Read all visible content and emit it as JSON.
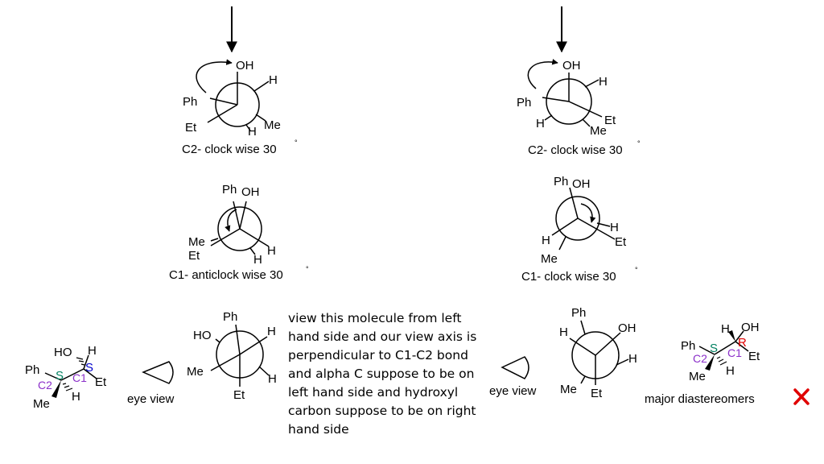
{
  "colors": {
    "ink": "#000000",
    "green_label": "#008060",
    "purple_label": "#8B2FC9",
    "blue_label": "#0000CC",
    "red_label": "#E00000",
    "cross": "#E00000"
  },
  "symbols": {
    "degree": "°",
    "cross_icon": "cross-mark-icon"
  },
  "newman_top_left": {
    "front": {
      "top": "OH",
      "left": "Ph",
      "bottom_left": "Et"
    },
    "back": {
      "upper_right": "H",
      "right": "Me",
      "bottom": "H"
    },
    "caption": "C2- clock wise 30"
  },
  "newman_top_right": {
    "front": {
      "top": "OH",
      "left": "Ph",
      "right": "Et"
    },
    "back": {
      "upper_right": "H",
      "lower_left": "H",
      "bottom": "Me"
    },
    "caption": "C2- clock wise 30"
  },
  "newman_mid_left": {
    "labels": {
      "ph": "Ph",
      "oh": "OH",
      "me": "Me",
      "et": "Et",
      "h1": "H",
      "h2": "H"
    },
    "caption": "C1- anticlock wise 30"
  },
  "newman_mid_right": {
    "labels": {
      "ph": "Ph",
      "oh": "OH",
      "h1": "H",
      "et": "Et",
      "h2": "H",
      "me": "Me"
    },
    "caption": "C1- clock wise 30"
  },
  "zigzag_left": {
    "labels": {
      "ho": "HO",
      "h_top": "H",
      "ph": "Ph",
      "s_green": "S",
      "s_blue": "S",
      "c1": "C1",
      "c2": "C2",
      "et": "Et",
      "me": "Me",
      "h_bottom": "H"
    }
  },
  "eye_views": {
    "left": "eye view",
    "right": "eye view"
  },
  "newman_bottom_left": {
    "labels": {
      "ph": "Ph",
      "ho": "HO",
      "h1": "H",
      "me": "Me",
      "h2": "H",
      "et": "Et"
    }
  },
  "explanation": {
    "lines": [
      "view this molecule from left",
      "hand side and our view axis is",
      "perpendicular to C1-C2 bond",
      "and alpha C suppose to be on",
      "left hand side and hydroxyl",
      "carbon suppose to be on right",
      "hand side"
    ]
  },
  "newman_bottom_right": {
    "labels": {
      "ph": "Ph",
      "h1": "H",
      "oh": "OH",
      "h2": "H",
      "me": "Me",
      "et": "Et"
    }
  },
  "zigzag_right": {
    "labels": {
      "h_top": "H",
      "oh": "OH",
      "ph": "Ph",
      "s_green": "S",
      "r_red": "R",
      "c2": "C2",
      "c1": "C1",
      "et": "Et",
      "me": "Me",
      "h_bottom": "H"
    },
    "caption": "major diastereomers"
  }
}
